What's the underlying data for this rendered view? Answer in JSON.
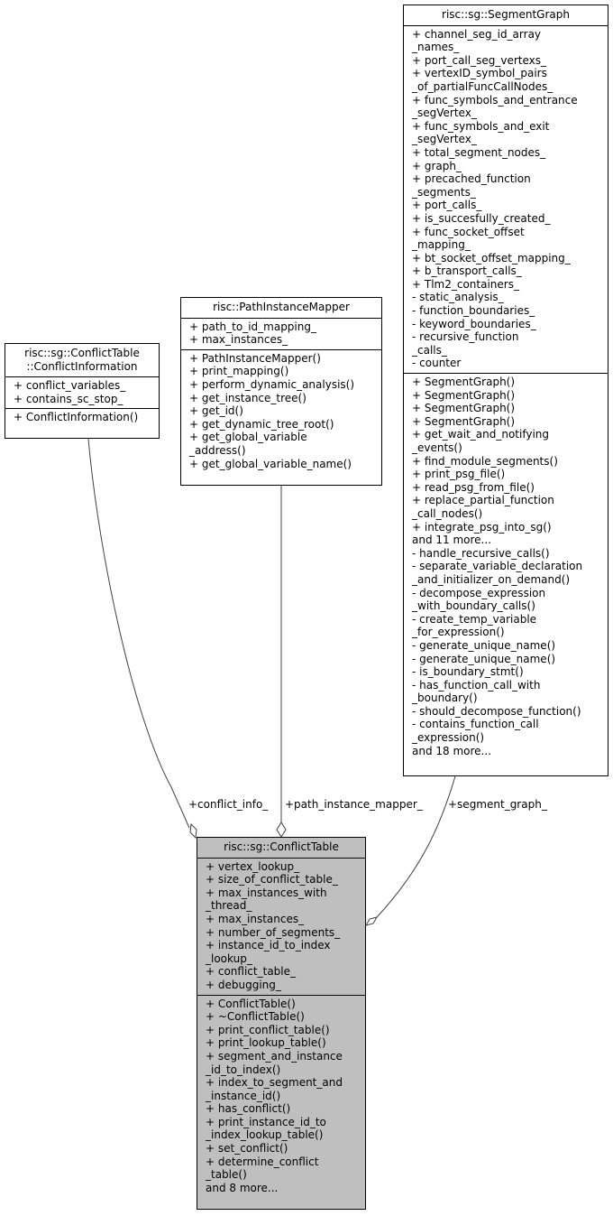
{
  "classes": {
    "conflict_information": {
      "title": [
        "risc::sg::ConflictTable",
        "::ConflictInformation"
      ],
      "attributes": [
        "+ conflict_variables_",
        "+ contains_sc_stop_"
      ],
      "methods": [
        "+ ConflictInformation()"
      ]
    },
    "path_instance_mapper": {
      "title": [
        "risc::PathInstanceMapper"
      ],
      "attributes": [
        "+ path_to_id_mapping_",
        "+ max_instances_"
      ],
      "methods": [
        "+ PathInstanceMapper()",
        "+ print_mapping()",
        "+ perform_dynamic_analysis()",
        "+ get_instance_tree()",
        "+ get_id()",
        "+ get_dynamic_tree_root()",
        "+ get_global_variable",
        "_address()",
        "+ get_global_variable_name()"
      ]
    },
    "segment_graph": {
      "title": [
        "risc::sg::SegmentGraph"
      ],
      "attributes": [
        "+ channel_seg_id_array",
        "_names_",
        "+ port_call_seg_vertexs_",
        "+ vertexID_symbol_pairs",
        "_of_partialFuncCallNodes_",
        "+ func_symbols_and_entrance",
        "_segVertex_",
        "+ func_symbols_and_exit",
        "_segVertex_",
        "+ total_segment_nodes_",
        "+ graph_",
        "+ precached_function",
        "_segments_",
        "+ port_calls_",
        "+ is_succesfully_created_",
        "+ func_socket_offset",
        "_mapping_",
        "+ bt_socket_offset_mapping_",
        "+ b_transport_calls_",
        "+ Tlm2_containers_",
        "- static_analysis_",
        "- function_boundaries_",
        "- keyword_boundaries_",
        "- recursive_function",
        "_calls_",
        "- counter"
      ],
      "methods": [
        "+ SegmentGraph()",
        "+ SegmentGraph()",
        "+ SegmentGraph()",
        "+ SegmentGraph()",
        "+ get_wait_and_notifying",
        "_events()",
        "+ find_module_segments()",
        "+ print_psg_file()",
        "+ read_psg_from_file()",
        "+ replace_partial_function",
        "_call_nodes()",
        "+ integrate_psg_into_sg()",
        "and 11 more...",
        "- handle_recursive_calls()",
        "- separate_variable_declaration",
        "_and_initializer_on_demand()",
        "- decompose_expression",
        "_with_boundary_calls()",
        "- create_temp_variable",
        "_for_expression()",
        "- generate_unique_name()",
        "- generate_unique_name()",
        "- is_boundary_stmt()",
        "- has_function_call_with",
        "_boundary()",
        "- should_decompose_function()",
        "- contains_function_call",
        "_expression()",
        "and 18 more..."
      ]
    },
    "conflict_table": {
      "title": [
        "risc::sg::ConflictTable"
      ],
      "attributes": [
        "+ vertex_lookup_",
        "+ size_of_conflict_table_",
        "+ max_instances_with",
        "_thread_",
        "+ max_instances_",
        "+ number_of_segments_",
        "+ instance_id_to_index",
        "_lookup_",
        "+ conflict_table_",
        "+ debugging_"
      ],
      "methods": [
        "+ ConflictTable()",
        "+ ~ConflictTable()",
        "+ print_conflict_table()",
        "+ print_lookup_table()",
        "+ segment_and_instance",
        "_id_to_index()",
        "+ index_to_segment_and",
        "_instance_id()",
        "+ has_conflict()",
        "+ print_instance_id_to",
        "_index_lookup_table()",
        "+ set_conflict()",
        "+ determine_conflict",
        "_table()",
        "and 8 more..."
      ]
    }
  },
  "edges": {
    "conflict_info": "+conflict_info_",
    "path_instance_mapper": "+path_instance_mapper_",
    "segment_graph": "+segment_graph_"
  }
}
